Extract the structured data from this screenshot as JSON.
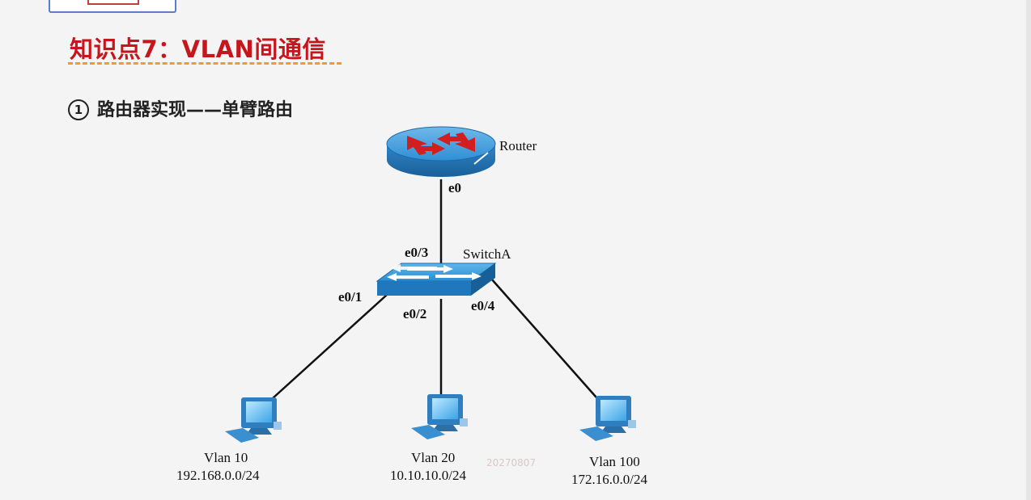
{
  "slide": {
    "title": "知识点7：VLAN间通信",
    "subtitle_marker": "1",
    "subtitle": "路由器实现——单臂路由"
  },
  "diagram": {
    "router": {
      "name": "Router",
      "port": "e0"
    },
    "switch": {
      "name": "SwitchA",
      "ports": {
        "uplink": "e0/3",
        "p1": "e0/1",
        "p2": "e0/2",
        "p4": "e0/4"
      }
    },
    "hosts": [
      {
        "vlan": "Vlan 10",
        "subnet": "192.168.0.0/24"
      },
      {
        "vlan": "Vlan 20",
        "subnet": "10.10.10.0/24"
      },
      {
        "vlan": "Vlan 100",
        "subnet": "172.16.0.0/24"
      }
    ],
    "watermark": "20270807"
  },
  "colors": {
    "title": "#c6161d",
    "underline": "#f39a2b",
    "device_blue": "#2e8bd0"
  }
}
